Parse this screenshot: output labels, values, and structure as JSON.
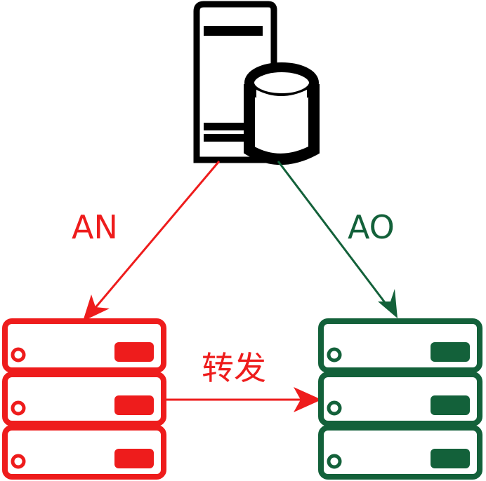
{
  "colors": {
    "red": "#ee1c1c",
    "green": "#13613a",
    "black": "#000000"
  },
  "icons": {
    "top": "database-server-icon",
    "left": "server-rack-icon",
    "right": "server-rack-icon"
  },
  "labels": {
    "an": "AN",
    "ao": "AO",
    "forward": "转发"
  }
}
